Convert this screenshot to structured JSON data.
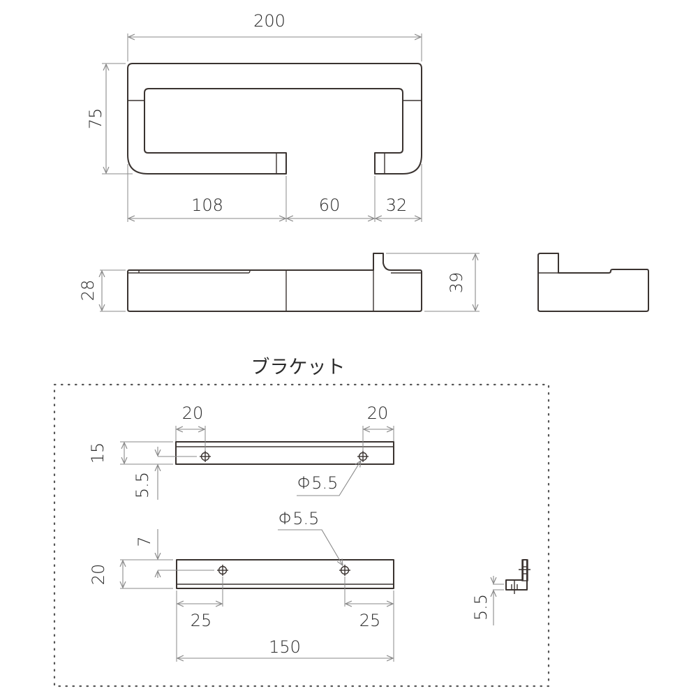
{
  "top_view": {
    "overall_width": "200",
    "height": "75",
    "seg_left": "108",
    "seg_gap": "60",
    "seg_right": "32"
  },
  "front_view": {
    "body_height": "28",
    "total_height": "39"
  },
  "bracket": {
    "title": "ブラケット",
    "upper": {
      "left_offset": "20",
      "right_offset": "20",
      "height": "15",
      "hole_offset": "5.5",
      "hole_label": "Φ5.5"
    },
    "lower": {
      "hole_label": "Φ5.5",
      "hole_offset": "7",
      "height": "20",
      "left_offset": "25",
      "right_offset": "25",
      "length": "150"
    },
    "side": {
      "thickness": "5.5"
    }
  },
  "colors": {
    "outline": "#3a3330",
    "dimension": "#8a8a8a",
    "background": "#ffffff"
  }
}
